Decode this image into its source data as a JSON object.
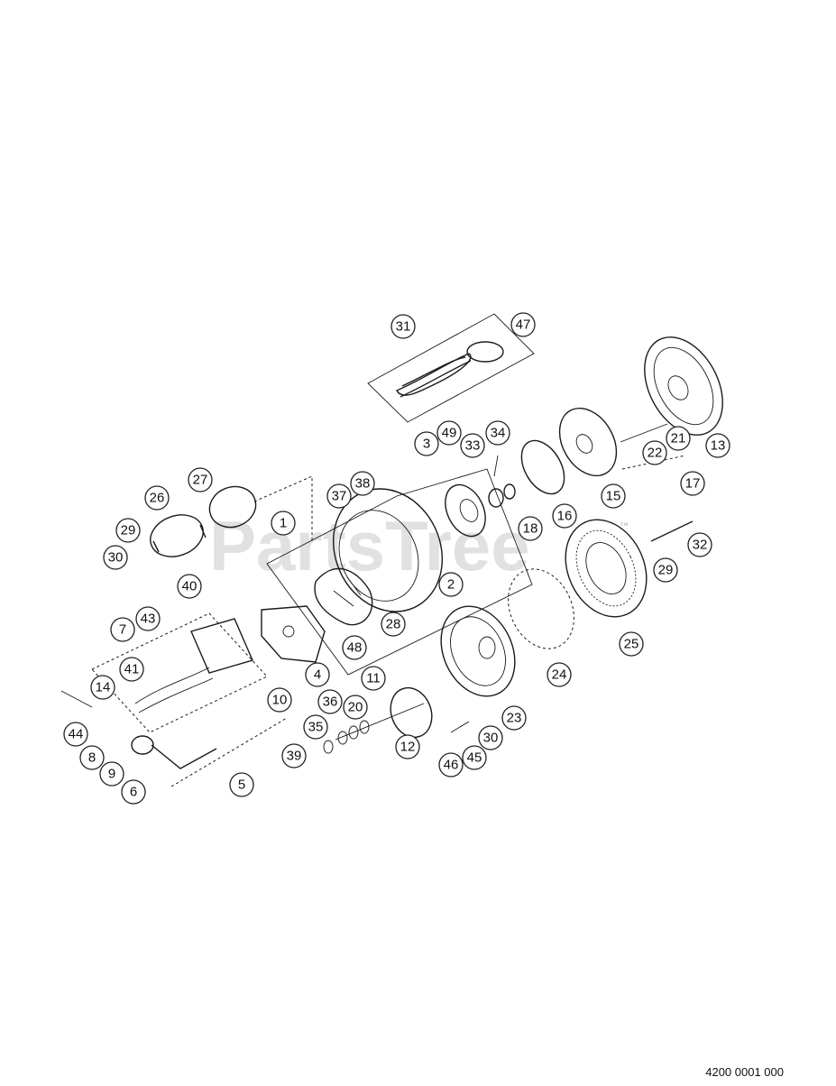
{
  "watermark": "PartsTree",
  "watermark_mark": "™",
  "drawing_number": "4200 0001 000",
  "callouts": [
    "31",
    "47",
    "49",
    "33",
    "34",
    "3",
    "21",
    "13",
    "22",
    "17",
    "15",
    "16",
    "18",
    "27",
    "26",
    "1",
    "37",
    "38",
    "29",
    "30",
    "32",
    "2",
    "29",
    "25",
    "40",
    "7",
    "43",
    "28",
    "48",
    "24",
    "41",
    "14",
    "4",
    "10",
    "11",
    "36",
    "20",
    "23",
    "35",
    "12",
    "30",
    "44",
    "8",
    "9",
    "6",
    "5",
    "39",
    "46",
    "45"
  ]
}
